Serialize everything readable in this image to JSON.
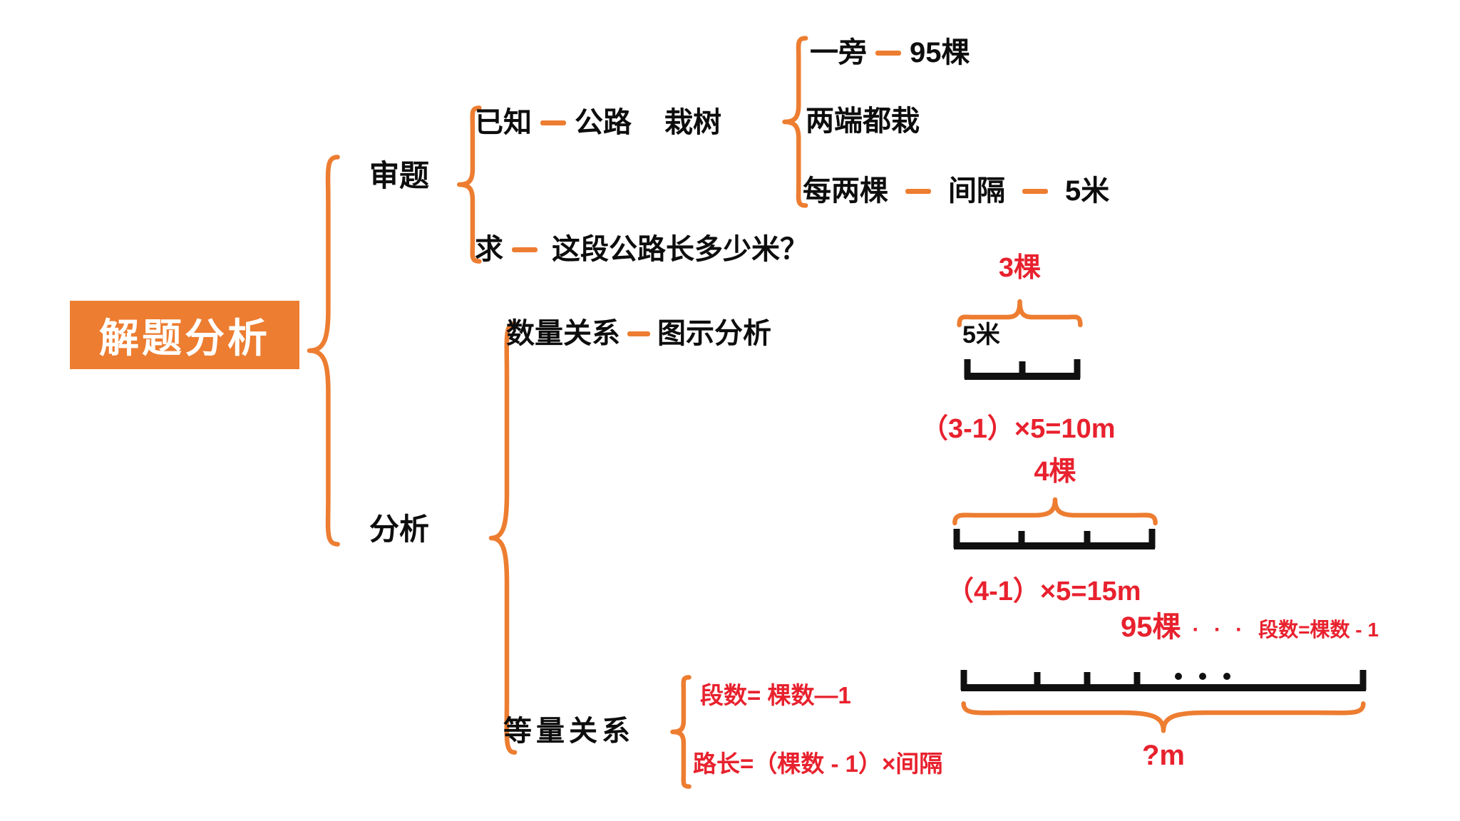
{
  "palette": {
    "orange": "#ED7D31",
    "red": "#E8212E",
    "black": "#0D0D0D"
  },
  "title": "解题分析",
  "branch_shenti": {
    "label": "审题",
    "known_label": "已知",
    "road": "公路",
    "plant": "栽树",
    "side": "一旁",
    "trees_95": "95棵",
    "both_ends": "两端都栽",
    "every_two": "每两棵",
    "interval": "间隔",
    "five_m": "5米",
    "find_label": "求",
    "question": "这段公路长多少米？"
  },
  "branch_fenxi": {
    "label": "分析",
    "quantity_relation": "数量关系",
    "diagram_analysis": "图示分析",
    "equivalence_relation": "等量关系",
    "eq_segments": "段数= 棵数—1",
    "eq_length": "路长=（棵数 - 1）×间隔"
  },
  "diagram1": {
    "trees": "3棵",
    "interval": "5米",
    "formula": "（3-1）×5=10m"
  },
  "diagram2": {
    "trees": "4棵",
    "formula": "（4-1）×5=15m"
  },
  "diagram3": {
    "trees": "95棵",
    "ellipsis": "· · ·",
    "note": "段数=棵数 - 1",
    "length": "?m"
  }
}
